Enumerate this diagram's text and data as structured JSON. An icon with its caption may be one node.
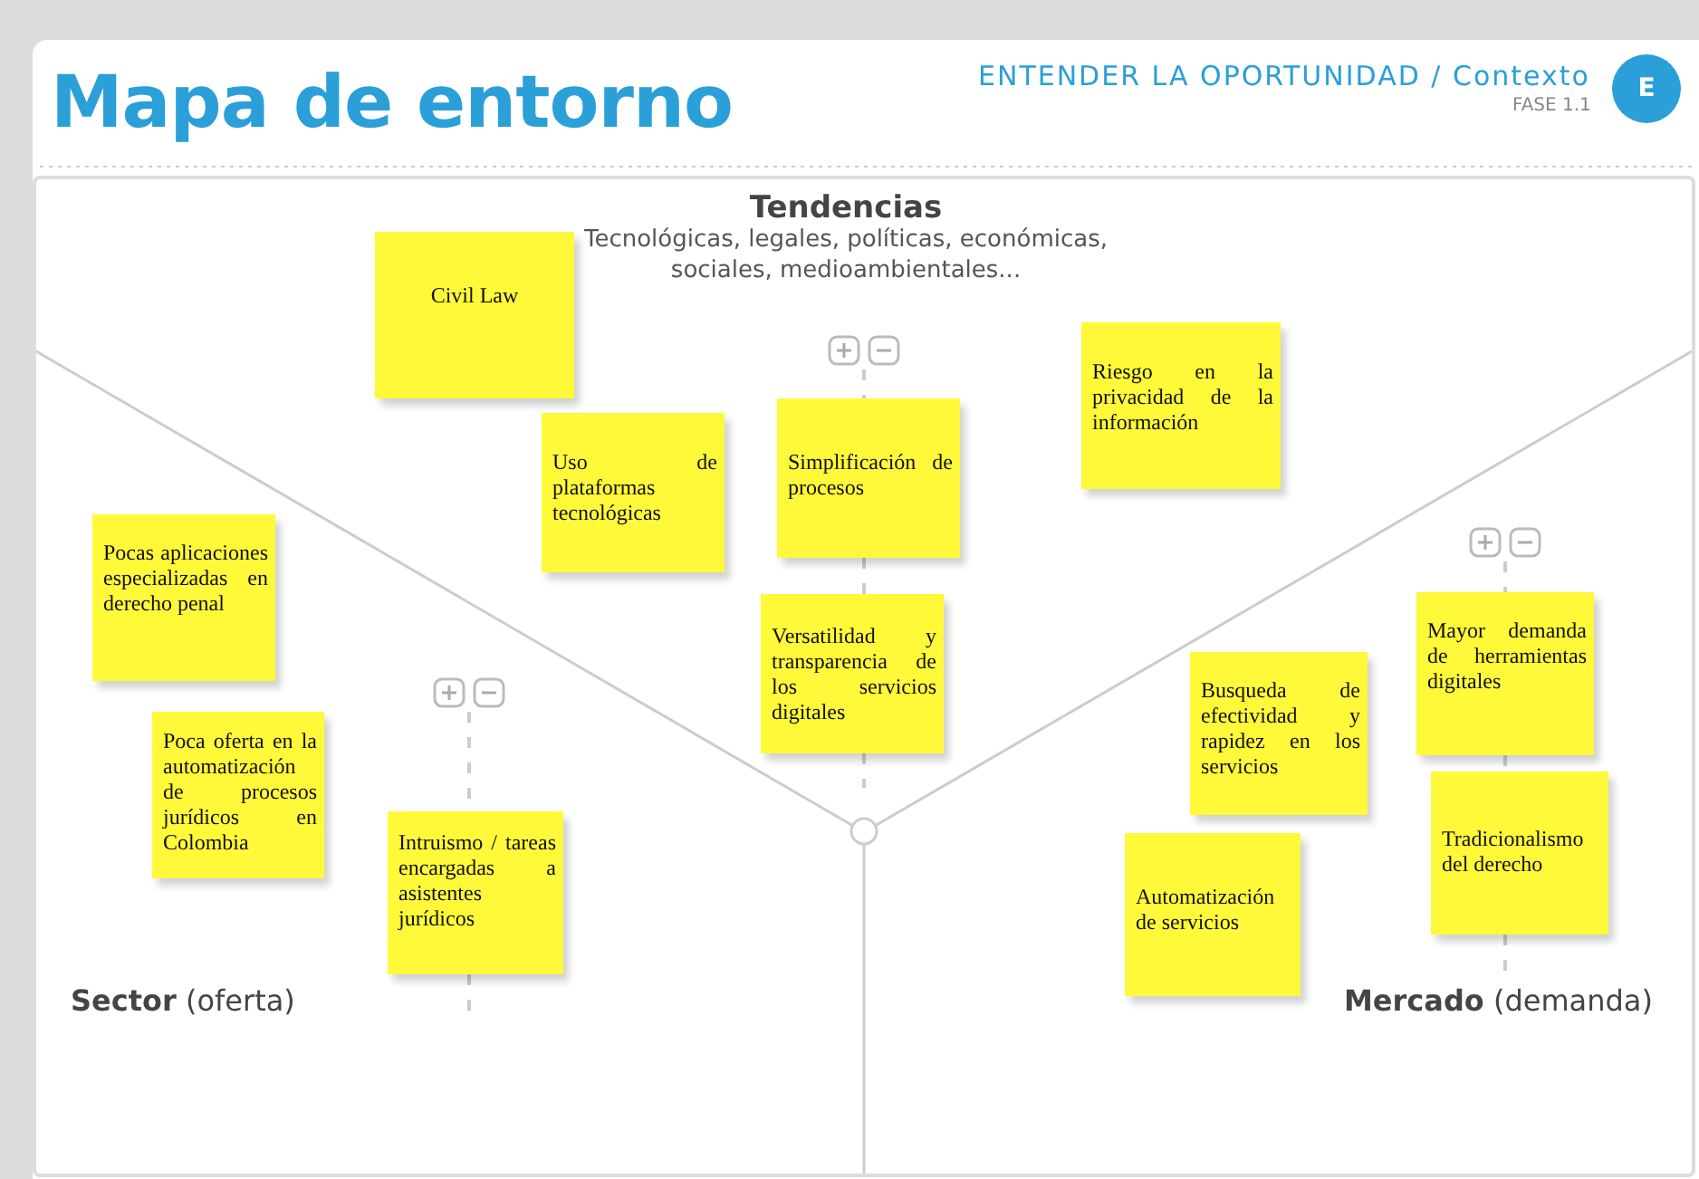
{
  "diagram": {
    "title": "Mapa de entorno",
    "nodes": [
      {
        "text": [
          "Civil Law"
        ]
      },
      {
        "text": [
          "Riesgo en la privacidad de la información"
        ]
      },
      {
        "text": [
          "Simplificación de procesos"
        ]
      },
      {
        "text": [
          "Uso de plataformas tecnológicas"
        ]
      },
      {
        "text": [
          "Pocas aplicaciones especializadas en derecho penal"
        ]
      },
      {
        "text": [
          "Mayor demanda de herramientas digitales"
        ]
      },
      {
        "text": [
          "Versatilidad y transparencia de los servicios digitales"
        ]
      },
      {
        "text": [
          "Busqueda de efectividad y rapidez en los servicios"
        ]
      },
      {
        "text": [
          "Poca oferta en la automatización de procesos jurídicos en Colombia"
        ]
      },
      {
        "text": [
          "Tradicionalismo del derecho"
        ]
      },
      {
        "text": [
          "Intruismo / tareas encargadas a asistentes jurídicos"
        ]
      },
      {
        "text": [
          "Automatización de servicios"
        ]
      }
    ],
    "edges": [],
    "labels": [
      "ENTENDER LA OPORTUNIDAD / Contexto",
      "FASE 1.1",
      "E",
      "Tendencias",
      "Tecnológicas, legales, políticas, económicas, sociales, medioambientales...",
      "**Sector** (oferta)",
      "**Mercado** (demanda)"
    ]
  }
}
